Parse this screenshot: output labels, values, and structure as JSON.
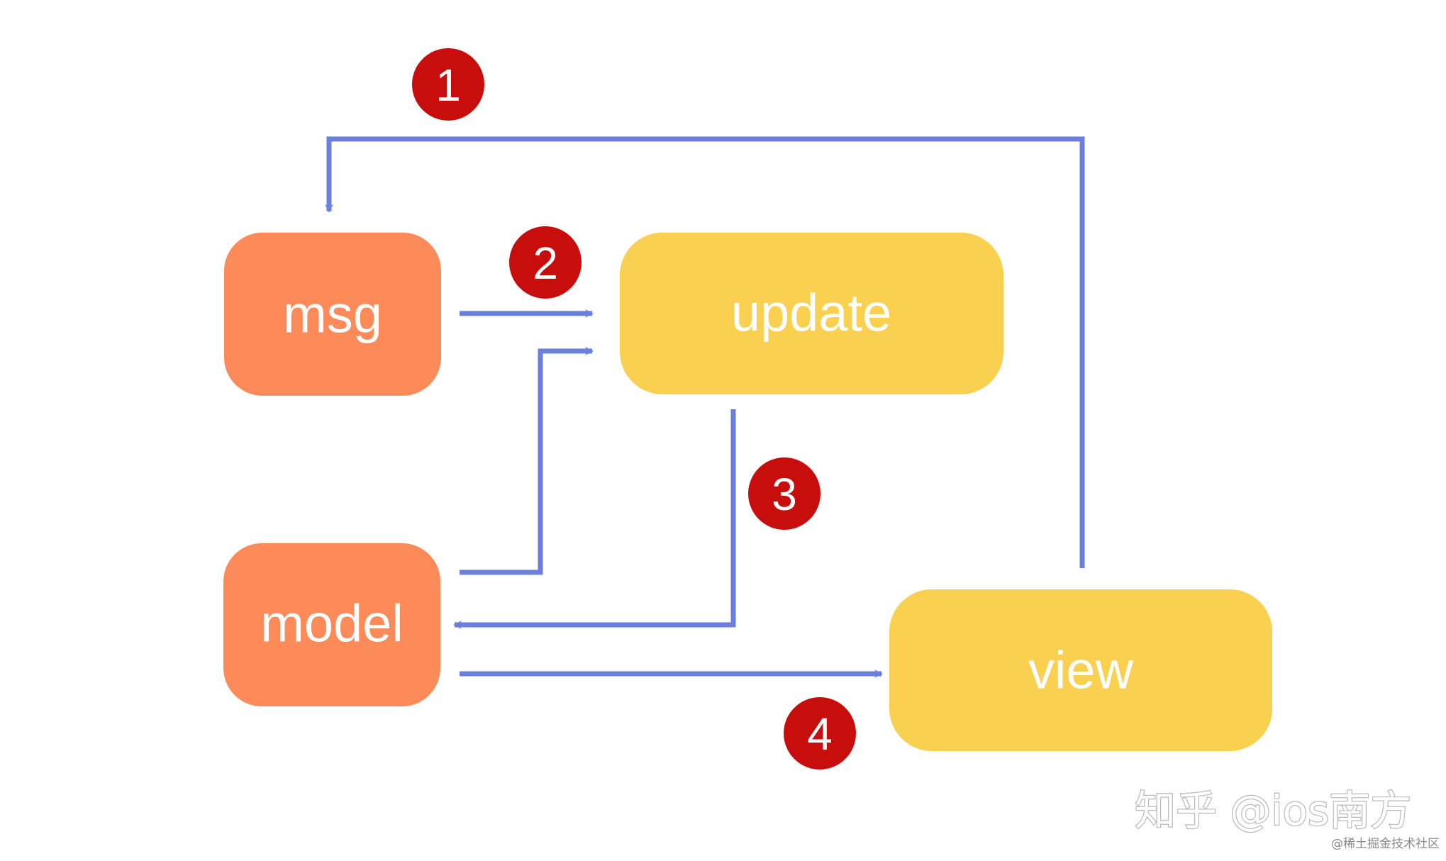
{
  "colors": {
    "background": "#ffffff",
    "input_node": "#fd8a59",
    "process_node": "#f9d04f",
    "node_text": "#ffffff",
    "edge": "#6b7fdc",
    "badge": "#c80d0d",
    "badge_text": "#ffffff"
  },
  "nodes": {
    "msg": {
      "label": "msg"
    },
    "model": {
      "label": "model"
    },
    "update": {
      "label": "update"
    },
    "view": {
      "label": "view"
    }
  },
  "badges": {
    "one": "1",
    "two": "2",
    "three": "3",
    "four": "4"
  },
  "edges": [
    {
      "from": "view",
      "to": "msg",
      "step": "1"
    },
    {
      "from": "msg",
      "to": "update",
      "step": "2"
    },
    {
      "from": "model",
      "to": "update",
      "step": "2"
    },
    {
      "from": "update",
      "to": "model",
      "step": "3"
    },
    {
      "from": "model",
      "to": "view",
      "step": "4"
    }
  ],
  "watermark": {
    "main": "知乎 @ios南方",
    "sub": "@稀土掘金技术社区"
  }
}
